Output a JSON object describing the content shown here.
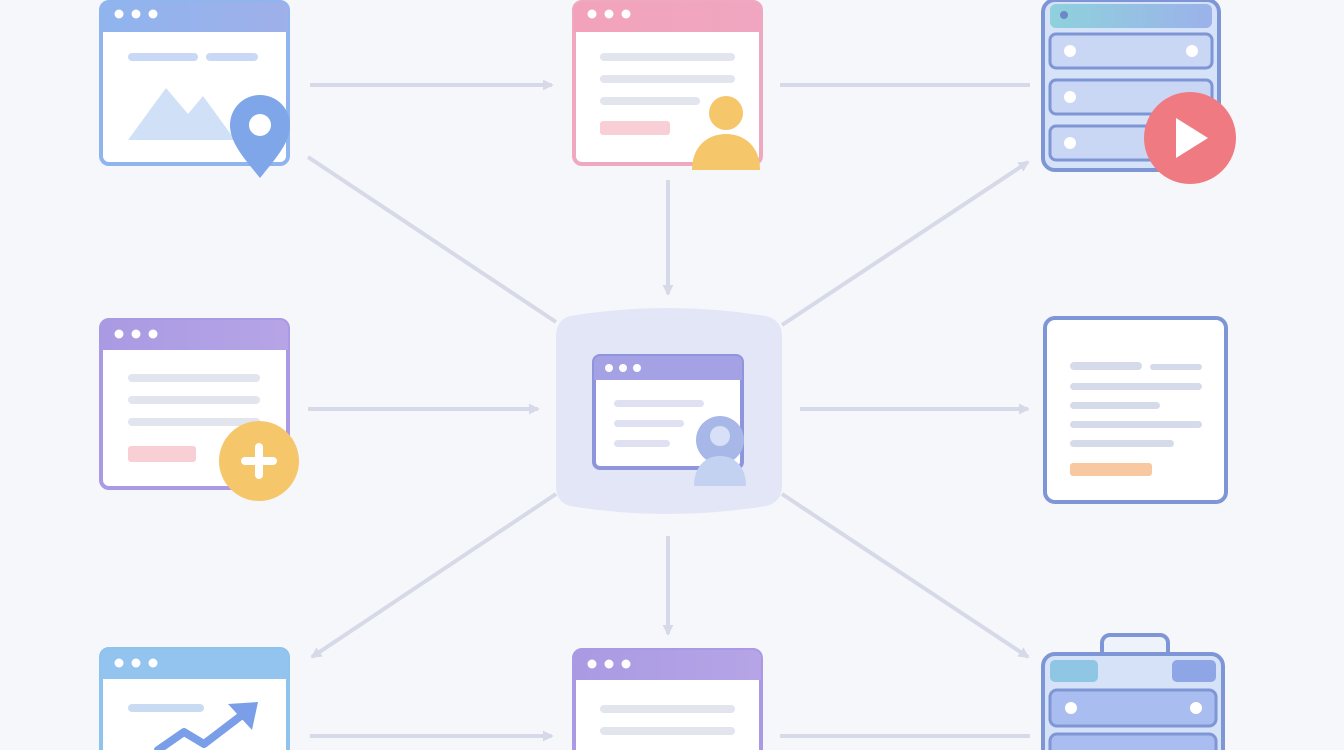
{
  "diagram": {
    "nodes": [
      {
        "id": "browser-map",
        "kind": "browser-window",
        "badge": "location-pin-icon",
        "accent": "#7fa6e8"
      },
      {
        "id": "profile-doc",
        "kind": "browser-window",
        "badge": "user-icon",
        "accent": "#ec9ab6"
      },
      {
        "id": "server-stack",
        "kind": "server",
        "badge": "play-icon",
        "accent": "#7f96d6"
      },
      {
        "id": "add-form",
        "kind": "browser-window",
        "badge": "plus-icon",
        "accent": "#a896e0"
      },
      {
        "id": "central-hub",
        "kind": "hub-window",
        "badge": "user-icon",
        "accent": "#8f95dd"
      },
      {
        "id": "document",
        "kind": "document",
        "badge": "",
        "accent": "#7f96d6"
      },
      {
        "id": "analytics-window",
        "kind": "browser-window",
        "badge": "trend-arrow-icon",
        "accent": "#86b6ec"
      },
      {
        "id": "list-window",
        "kind": "browser-window",
        "badge": "",
        "accent": "#a896e0"
      },
      {
        "id": "archive-server",
        "kind": "server",
        "badge": "",
        "accent": "#7f96d6"
      }
    ],
    "edges": [
      {
        "from": "browser-map",
        "to": "profile-doc"
      },
      {
        "from": "profile-doc",
        "to": "server-stack"
      },
      {
        "from": "browser-map",
        "to": "central-hub"
      },
      {
        "from": "profile-doc",
        "to": "central-hub"
      },
      {
        "from": "central-hub",
        "to": "server-stack"
      },
      {
        "from": "add-form",
        "to": "central-hub"
      },
      {
        "from": "central-hub",
        "to": "document"
      },
      {
        "from": "central-hub",
        "to": "analytics-window"
      },
      {
        "from": "central-hub",
        "to": "list-window"
      },
      {
        "from": "central-hub",
        "to": "archive-server"
      },
      {
        "from": "analytics-window",
        "to": "list-window"
      },
      {
        "from": "list-window",
        "to": "archive-server"
      }
    ],
    "colors": {
      "background": "#f6f7fb",
      "edge": "#d5d9e8",
      "pin": "#7fa6e8",
      "user": "#f5c66a",
      "play": "#f07a82",
      "plus": "#f5c66a",
      "highlight_pink": "#f9cfd6",
      "highlight_orange": "#f8c9a0"
    }
  }
}
